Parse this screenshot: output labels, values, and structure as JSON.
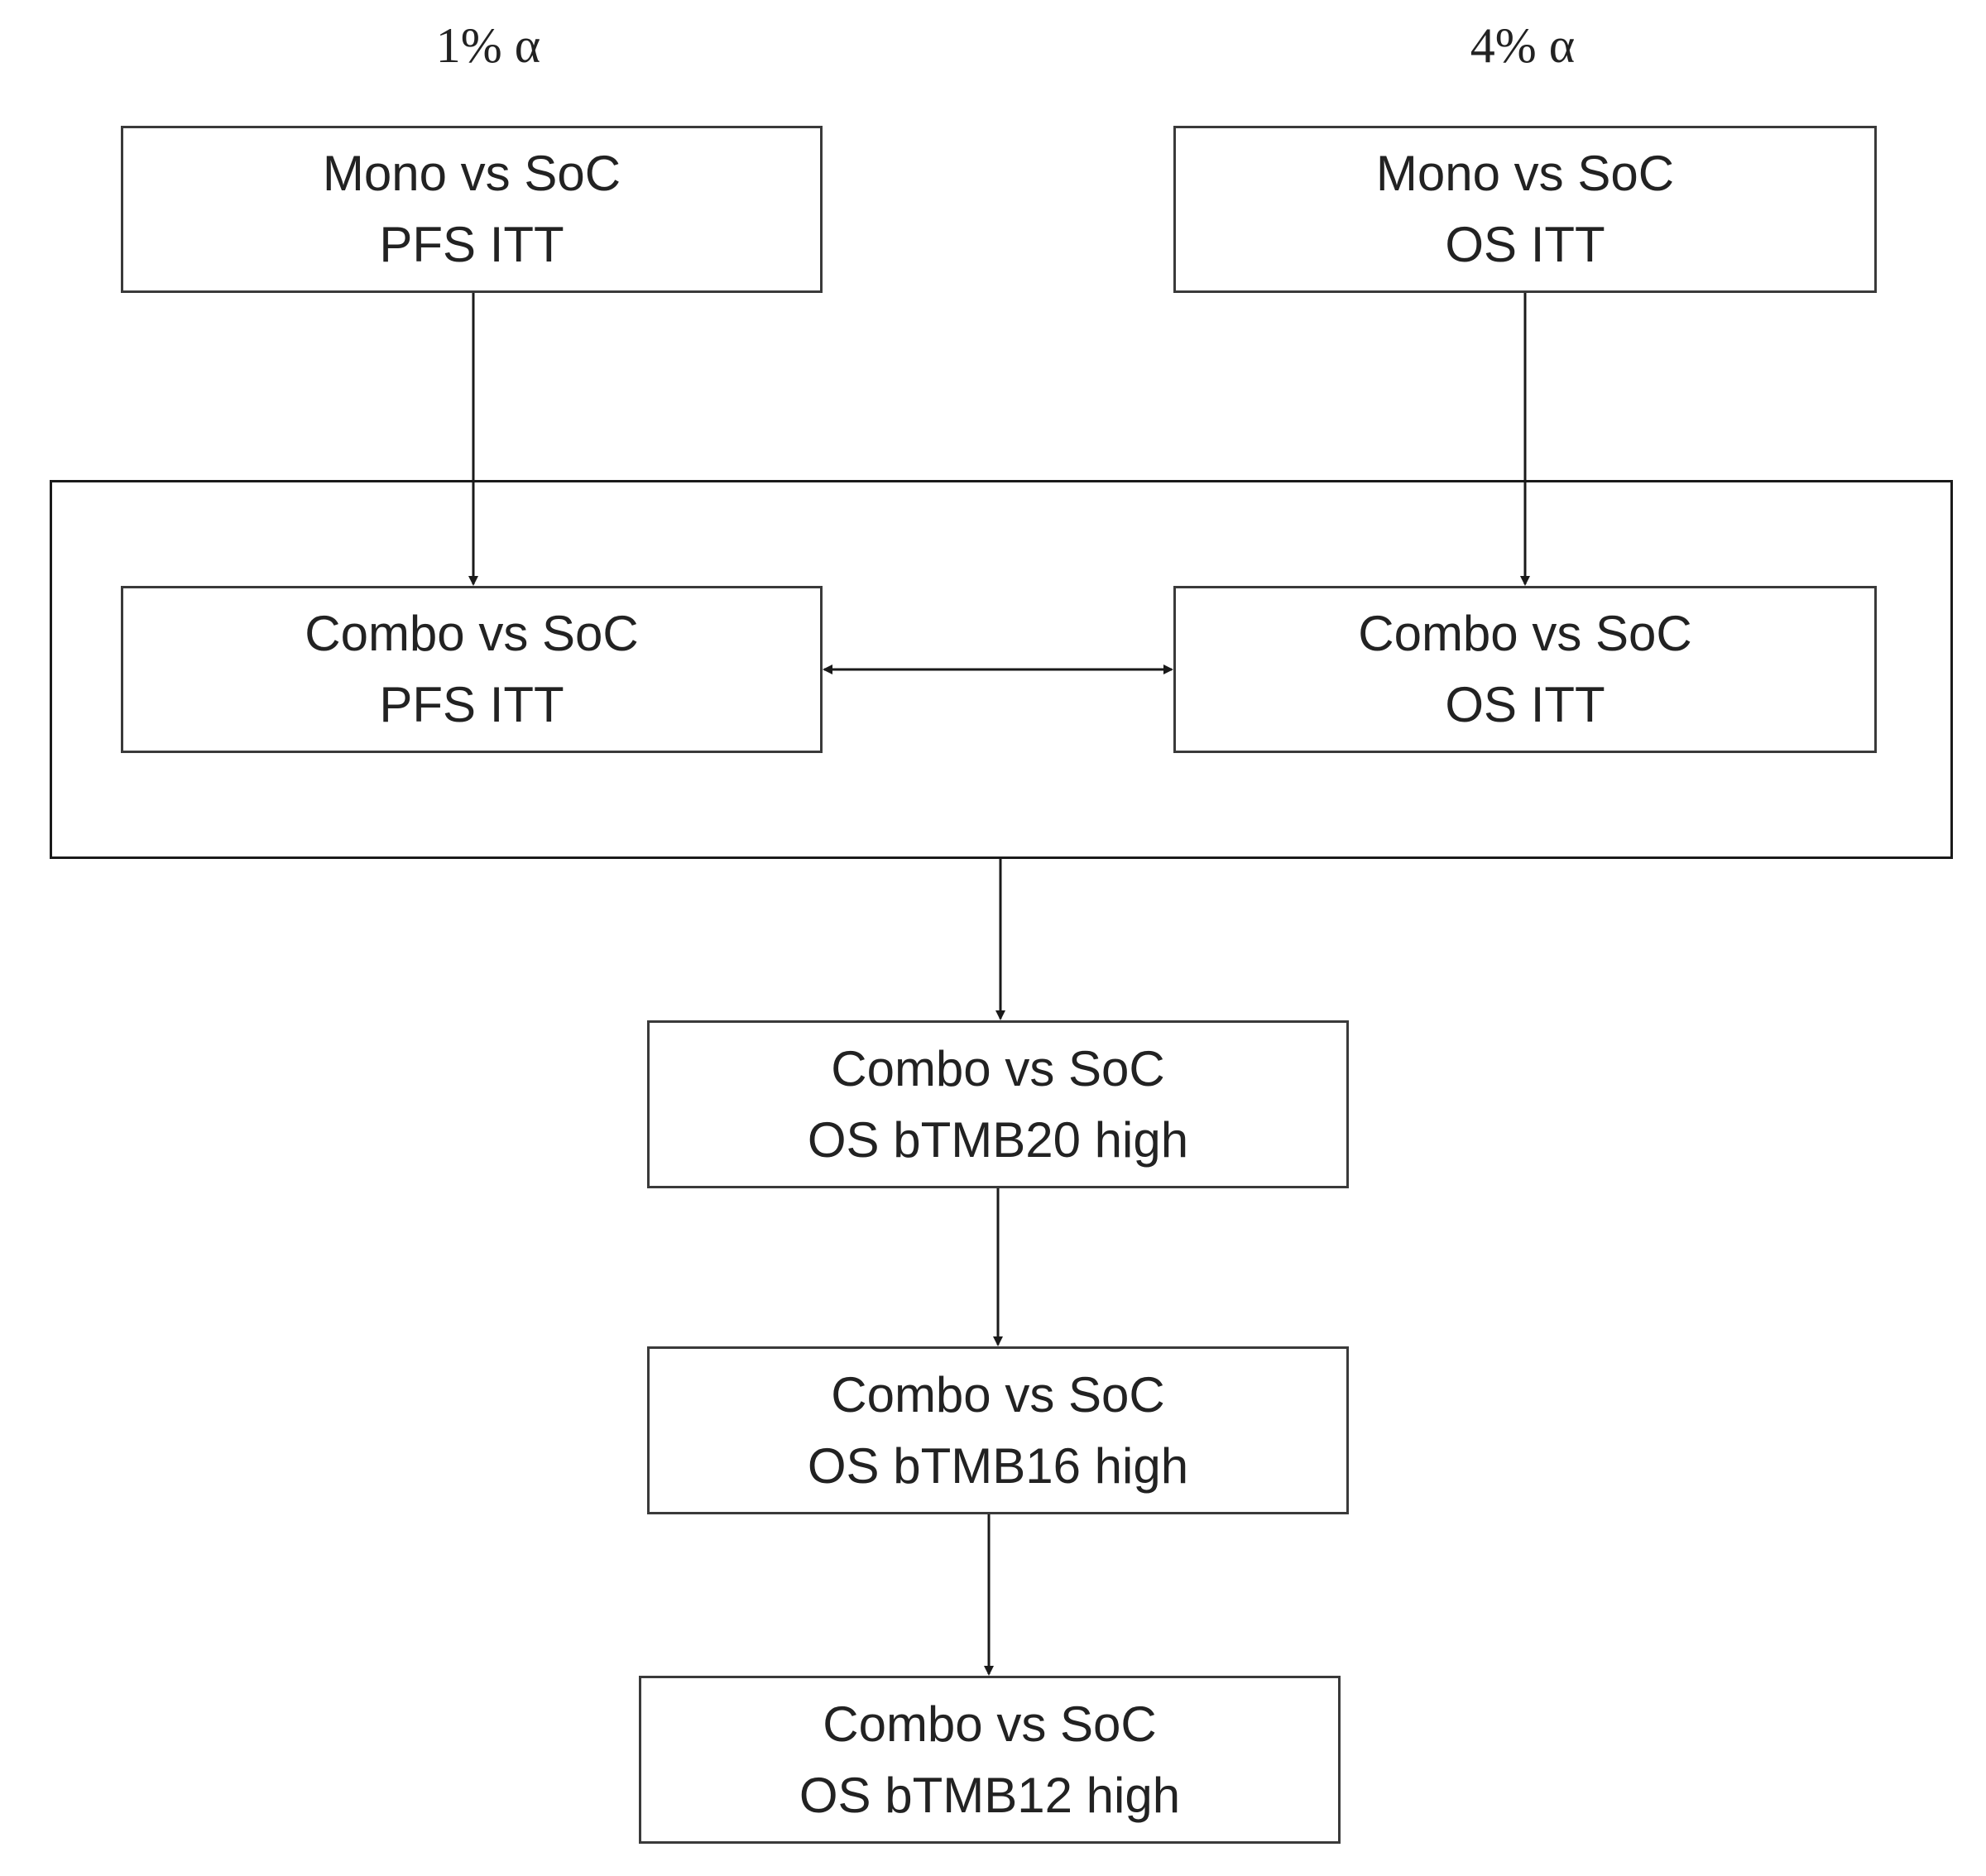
{
  "headers": {
    "left_alpha": "1% α",
    "right_alpha": "4% α"
  },
  "boxes": {
    "mono_pfs": {
      "line1": "Mono vs SoC",
      "line2": "PFS ITT"
    },
    "mono_os": {
      "line1": "Mono vs SoC",
      "line2": "OS ITT"
    },
    "combo_pfs": {
      "line1": "Combo vs SoC",
      "line2": "PFS ITT"
    },
    "combo_os": {
      "line1": "Combo vs SoC",
      "line2": "OS ITT"
    },
    "combo_btmb20": {
      "line1": "Combo vs SoC",
      "line2": "OS bTMB20 high"
    },
    "combo_btmb16": {
      "line1": "Combo vs SoC",
      "line2": "OS bTMB16 high"
    },
    "combo_btmb12": {
      "line1": "Combo vs SoC",
      "line2": "OS bTMB12 high"
    }
  },
  "connections": [
    {
      "from": "mono_pfs",
      "to": "combo_pfs",
      "type": "arrow"
    },
    {
      "from": "mono_os",
      "to": "combo_os",
      "type": "arrow"
    },
    {
      "from": "combo_pfs",
      "to": "combo_os",
      "type": "bidirectional"
    },
    {
      "from": "combo_itt_group",
      "to": "combo_btmb20",
      "type": "arrow"
    },
    {
      "from": "combo_btmb20",
      "to": "combo_btmb16",
      "type": "arrow"
    },
    {
      "from": "combo_btmb16",
      "to": "combo_btmb12",
      "type": "arrow"
    }
  ]
}
